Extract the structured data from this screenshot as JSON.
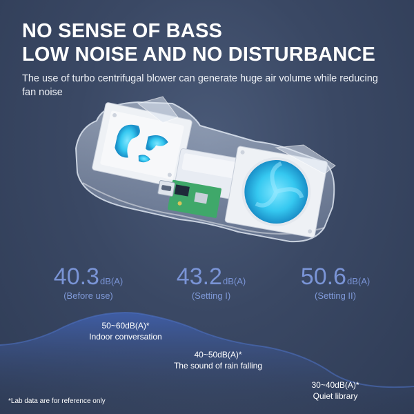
{
  "headline": {
    "line1": "NO SENSE OF BASS",
    "line2": "LOW NOISE AND NO DISTURBANCE"
  },
  "subtitle": "The use of turbo centrifugal blower can generate huge air volume while reducing fan noise",
  "stats": [
    {
      "value": "40.3",
      "unit": "dB(A)",
      "caption": "(Before use)"
    },
    {
      "value": "43.2",
      "unit": "dB(A)",
      "caption": "(Setting I)"
    },
    {
      "value": "50.6",
      "unit": "dB(A)",
      "caption": "(Setting II)"
    }
  ],
  "levels": [
    {
      "range": "50~60dB(A)*",
      "label": "Indoor conversation"
    },
    {
      "range": "40~50dB(A)*",
      "label": "The sound of rain falling"
    },
    {
      "range": "30~40dB(A)*",
      "label": "Quiet library"
    }
  ],
  "footnote": "*Lab data are for reference only",
  "colors": {
    "background": "#34425d",
    "accent": "#7a94d6",
    "fan_glow": "#35c8f0",
    "wave": "#3f5ea8"
  }
}
